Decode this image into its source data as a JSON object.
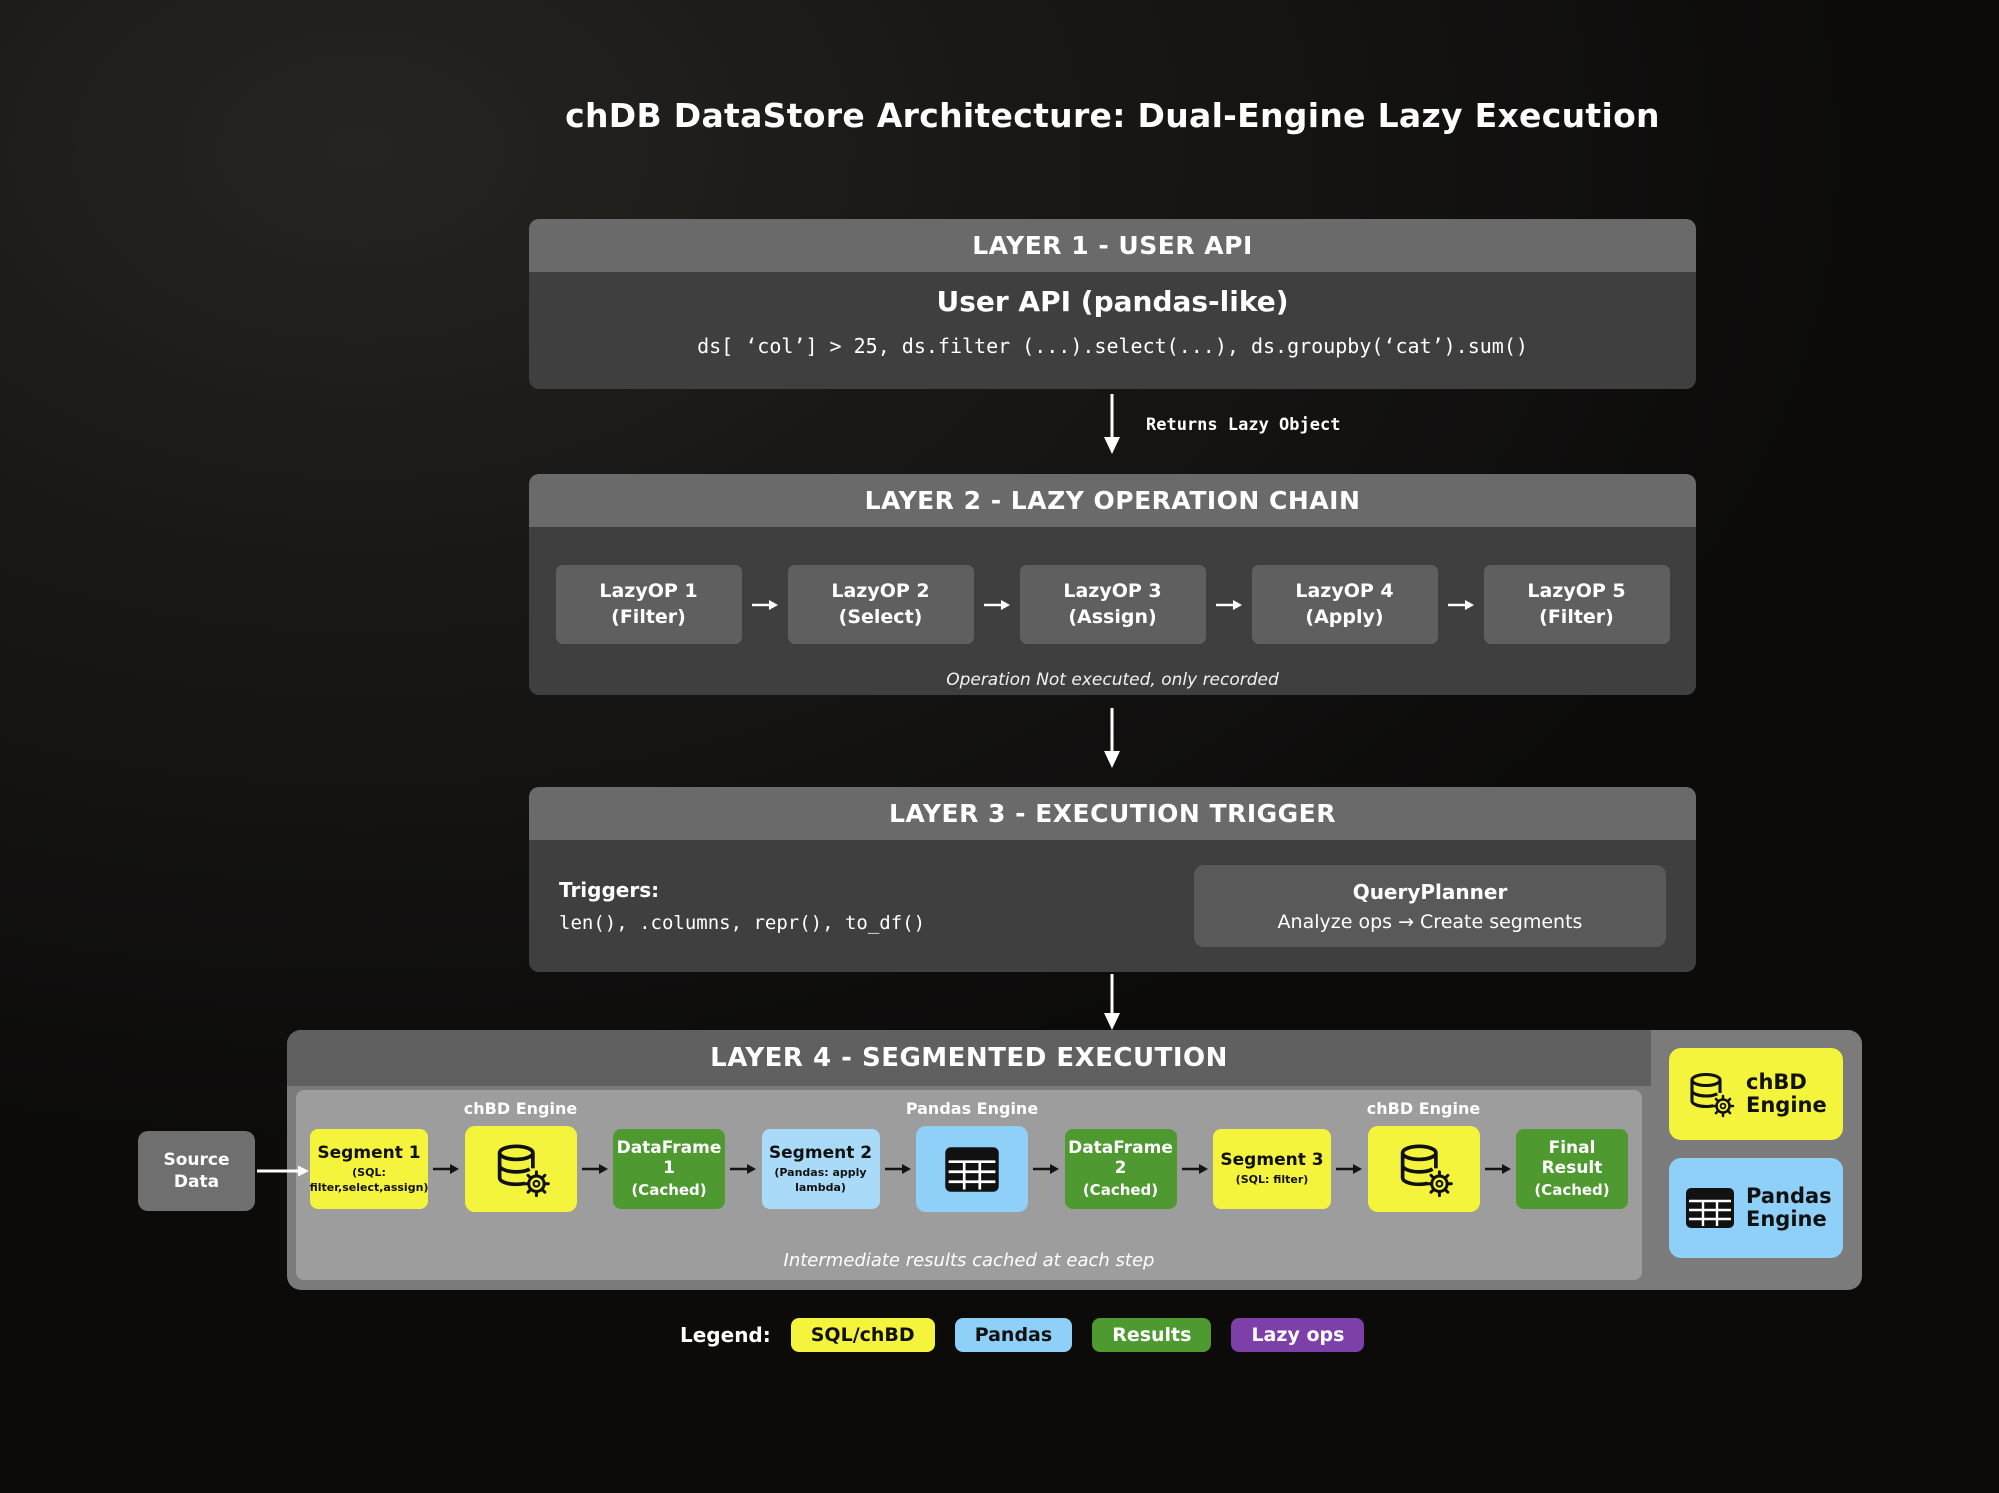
{
  "title": "chDB DataStore Architecture: Dual-Engine Lazy Execution",
  "colors": {
    "sql_yellow": "#f4f43c",
    "pandas_blue": "#8fd0f8",
    "results_green": "#4e9a30",
    "lazy_purple": "#7d3fa8"
  },
  "layer1": {
    "header": "LAYER 1 - USER API",
    "subtitle": "User API (pandas-like)",
    "code": "ds[ ‘col’] > 25, ds.filter (...).select(...), ds.groupby(‘cat’).sum()"
  },
  "flow1_label": "Returns Lazy Object",
  "layer2": {
    "header": "LAYER 2 - LAZY OPERATION CHAIN",
    "ops": [
      {
        "line1": "LazyOP 1",
        "line2": "(Filter)"
      },
      {
        "line1": "LazyOP 2",
        "line2": "(Select)"
      },
      {
        "line1": "LazyOP 3",
        "line2": "(Assign)"
      },
      {
        "line1": "LazyOP 4",
        "line2": "(Apply)"
      },
      {
        "line1": "LazyOP 5",
        "line2": "(Filter)"
      }
    ],
    "caption": "Operation Not executed, only recorded"
  },
  "layer3": {
    "header": "LAYER 3 - EXECUTION TRIGGER",
    "triggers_label": "Triggers:",
    "triggers_code": "len(), .columns, repr(), to_df()",
    "queryplanner_title": "QueryPlanner",
    "queryplanner_subtitle": "Analyze ops → Create segments"
  },
  "layer4": {
    "header": "LAYER 4 - SEGMENTED EXECUTION",
    "caption": "Intermediate results cached at each step",
    "source_label": "Source Data",
    "nodes": [
      {
        "title": "Segment 1",
        "sub": "(SQL: filter,select,assign)"
      },
      {
        "label": "chBD Engine"
      },
      {
        "title": "DataFrame 1",
        "sub": "(Cached)"
      },
      {
        "title": "Segment 2",
        "sub": "(Pandas: apply lambda)"
      },
      {
        "label": "Pandas Engine"
      },
      {
        "title": "DataFrame 2",
        "sub": "(Cached)"
      },
      {
        "title": "Segment 3",
        "sub": "(SQL: filter)"
      },
      {
        "label": "chBD Engine"
      },
      {
        "title": "Final Result",
        "sub": "(Cached)"
      }
    ]
  },
  "side_legend": [
    {
      "label": "chBD Engine"
    },
    {
      "label": "Pandas Engine"
    }
  ],
  "legend": {
    "label": "Legend:",
    "items": [
      {
        "label": "SQL/chBD"
      },
      {
        "label": "Pandas"
      },
      {
        "label": "Results"
      },
      {
        "label": "Lazy ops"
      }
    ]
  }
}
